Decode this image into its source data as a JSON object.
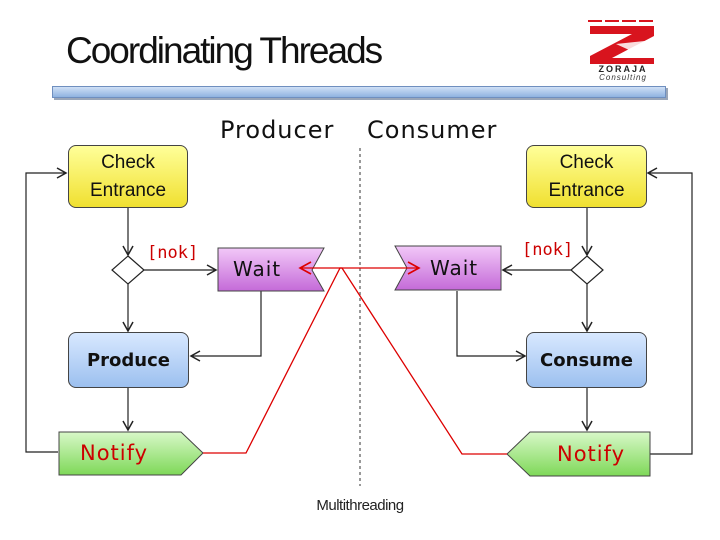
{
  "slide": {
    "title": "Coordinating Threads",
    "footer": "Multithreading"
  },
  "logo": {
    "name": "ZORAJA",
    "subtitle": "Consulting",
    "colors": {
      "red": "#d8141e",
      "text": "#222222"
    }
  },
  "diagram": {
    "producer": {
      "heading": "Producer",
      "check_entrance": "Check Entrance",
      "guard": "[nok]",
      "wait": "Wait",
      "action": "Produce",
      "notify": "Notify"
    },
    "consumer": {
      "heading": "Consumer",
      "check_entrance": "Check Entrance",
      "guard": "[nok]",
      "wait": "Wait",
      "action": "Consume",
      "notify": "Notify"
    },
    "colors": {
      "check_fill": "#f5e84a",
      "wait_fill": "#d68ce6",
      "action_fill": "#a8c8f2",
      "notify_fill": "#9ee67a",
      "signal_line": "#dd0000",
      "flow_line": "#222222"
    }
  }
}
